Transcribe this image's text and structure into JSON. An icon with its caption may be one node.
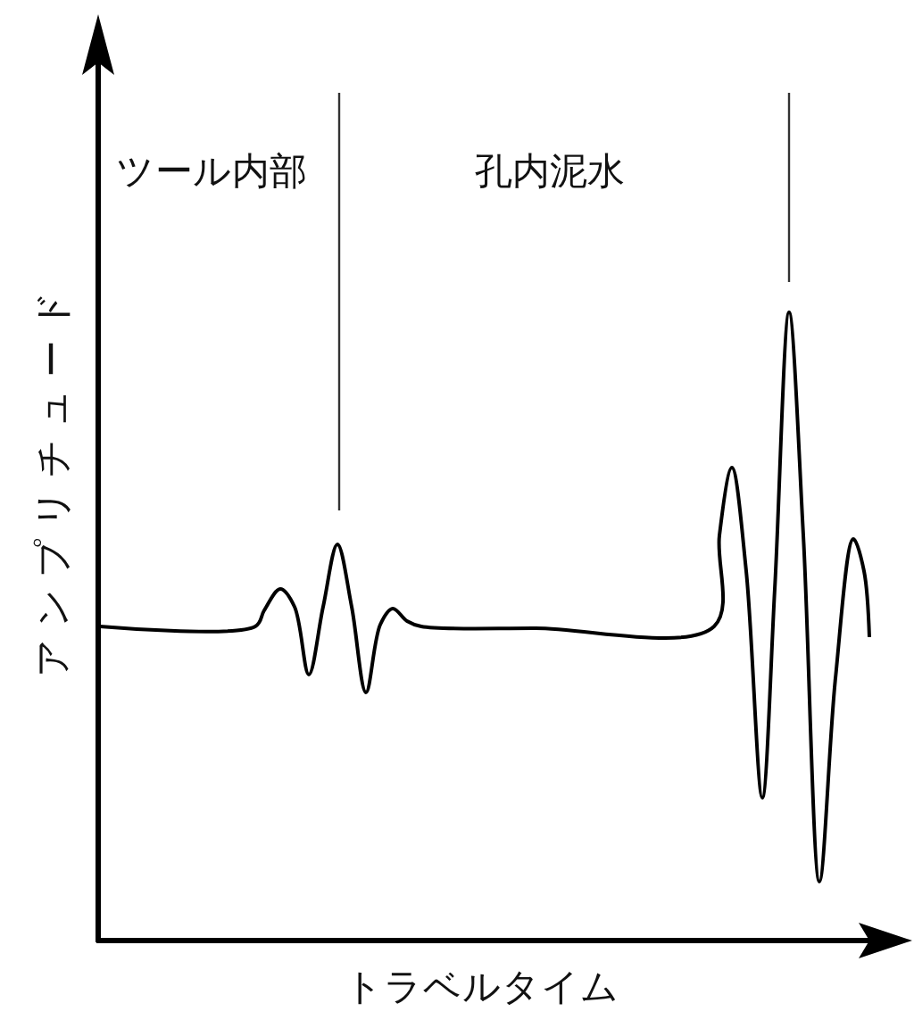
{
  "diagram": {
    "labels": [
      "ツール内部",
      "孔内泥水",
      "アンプリチュード",
      "トラベルタイム"
    ]
  }
}
